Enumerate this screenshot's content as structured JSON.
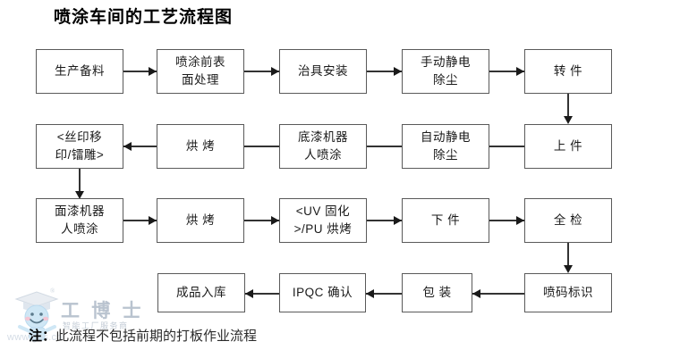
{
  "title": "喷涂车间的工艺流程图",
  "note": {
    "prefix": "注：",
    "text": "此流程不包括前期的打板作业流程"
  },
  "watermark": {
    "brand": "工 博 士",
    "subtitle": "智能工厂服务商",
    "url": "www.gbs.cn",
    "registered": "®"
  },
  "colors": {
    "box_border": "#5a5a5a",
    "line": "#333333",
    "text": "#1a1a1a",
    "title": "#000000",
    "watermark": "#b9c3cf"
  },
  "flow": {
    "rows": [
      {
        "direction": "left-to-right",
        "nodes": [
          {
            "id": "n1",
            "label": "生产备料"
          },
          {
            "id": "n2",
            "label": "喷涂前表\n面处理"
          },
          {
            "id": "n3",
            "label": "治具安装"
          },
          {
            "id": "n4",
            "label": "手动静电\n除尘"
          },
          {
            "id": "n5",
            "label": "转 件"
          }
        ]
      },
      {
        "direction": "right-to-left",
        "nodes": [
          {
            "id": "n6",
            "label": "上 件"
          },
          {
            "id": "n7",
            "label": "自动静电\n除尘"
          },
          {
            "id": "n8",
            "label": "底漆机器\n人喷涂"
          },
          {
            "id": "n9",
            "label": "烘 烤"
          },
          {
            "id": "n10",
            "label": "<丝印移\n印/镭雕>"
          }
        ]
      },
      {
        "direction": "left-to-right",
        "nodes": [
          {
            "id": "n11",
            "label": "面漆机器\n人喷涂"
          },
          {
            "id": "n12",
            "label": "烘 烤"
          },
          {
            "id": "n13",
            "label": "<UV 固化\n>/PU 烘烤"
          },
          {
            "id": "n14",
            "label": "下 件"
          },
          {
            "id": "n15",
            "label": "全 检"
          }
        ]
      },
      {
        "direction": "right-to-left",
        "nodes": [
          {
            "id": "n16",
            "label": "喷码标识"
          },
          {
            "id": "n17",
            "label": "包 装"
          },
          {
            "id": "n18",
            "label": "IPQC 确认"
          },
          {
            "id": "n19",
            "label": "成品入库"
          }
        ]
      }
    ],
    "vertical_links": [
      {
        "from": "n5",
        "to": "n6"
      },
      {
        "from": "n10",
        "to": "n11"
      },
      {
        "from": "n15",
        "to": "n16"
      }
    ]
  }
}
